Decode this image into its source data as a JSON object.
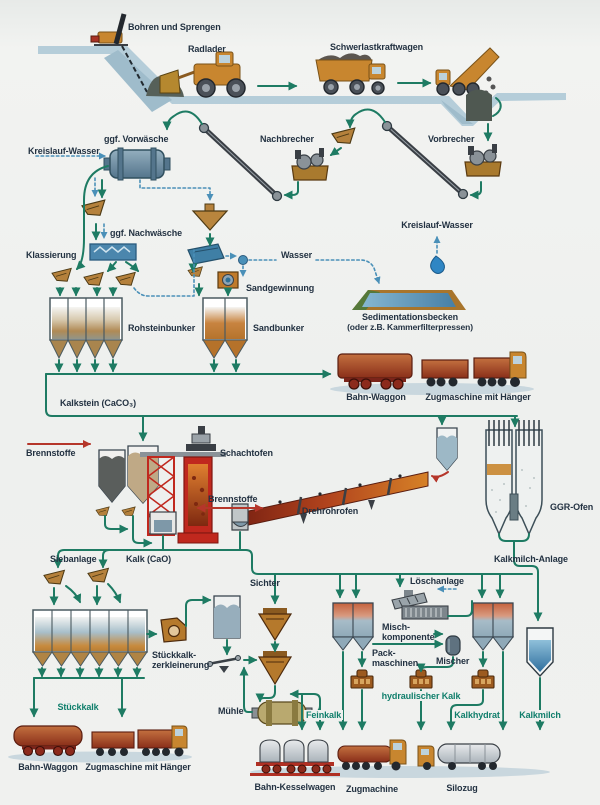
{
  "diagram": {
    "subject": "Kalk production process flow",
    "colors": {
      "material_flow": "#1e7b63",
      "water_flow": "#4a90b8",
      "fuel_flow": "#b5362a",
      "label_text": "#233242",
      "product_label": "#0f7e6b"
    },
    "labels": {
      "bohren_und_sprengen": "Bohren und Sprengen",
      "radlader": "Radlader",
      "schwerlastkraftwagen": "Schwerlastkraftwagen",
      "kreislauf_wasser": "Kreislauf-Wasser",
      "ggf_vorwaesche": "ggf. Vorwäsche",
      "nachbrecher": "Nachbrecher",
      "vorbrecher": "Vorbrecher",
      "ggf_nachwaesche": "ggf. Nachwäsche",
      "klassierung": "Klassierung",
      "wasser": "Wasser",
      "sandgewinnung": "Sandgewinnung",
      "rohsteinbunker": "Rohsteinbunker",
      "sandbunker": "Sandbunker",
      "sedimentationsbecken": "Sedimentationsbecken",
      "sedimentationsbecken_alt": "(oder z.B. Kammerfilterpressen)",
      "bahn_waggon": "Bahn-Waggon",
      "zugmaschine_mit_haenger": "Zugmaschine mit Hänger",
      "kalkstein": "Kalkstein (CaCO₃)",
      "brennstoffe": "Brennstoffe",
      "schachtofen": "Schachtofen",
      "drehrohrofen": "Drehrohrofen",
      "ggr_ofen": "GGR-Ofen",
      "siebanlage": "Siebanlage",
      "kalk_cao": "Kalk (CaO)",
      "kalkmilch_anlage": "Kalkmilch-Anlage",
      "sichter": "Sichter",
      "loeschanlage": "Löschanlage",
      "mischkomponente": "Misch-komponente",
      "packmaschinen": "Pack-maschinen",
      "mischer": "Mischer",
      "stueckkalk_zerkleinerung": "Stückkalk-zerkleinerung",
      "hydraulischer_kalk": "hydraulischer Kalk",
      "muehle": "Mühle",
      "stueckkalk": "Stückkalk",
      "feinkalk": "Feinkalk",
      "kalkhydrat": "Kalkhydrat",
      "kalkmilch": "Kalkmilch",
      "bahn_kesselwagen": "Bahn-Kesselwagen",
      "zugmachine": "Zugmachine",
      "silozug": "Silozug"
    }
  }
}
